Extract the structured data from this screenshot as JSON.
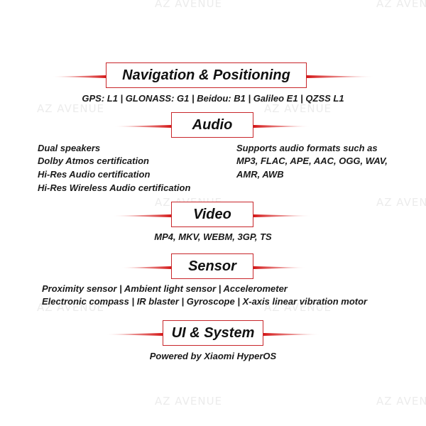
{
  "watermark": "AZ AVENUE",
  "sections": {
    "navigation": {
      "title": "Navigation & Positioning",
      "line": "GPS: L1  |  GLONASS: G1 | Beidou: B1 | Galileo E1 | QZSS L1"
    },
    "audio": {
      "title": "Audio",
      "left": [
        "Dual speakers",
        "Dolby Atmos certification",
        "Hi-Res Audio certification",
        "Hi-Res Wireless Audio certification"
      ],
      "right": [
        "Supports audio formats such as",
        "MP3, FLAC, APE, AAC, OGG, WAV,",
        "AMR, AWB"
      ]
    },
    "video": {
      "title": "Video",
      "line": "MP4, MKV, WEBM, 3GP, TS"
    },
    "sensor": {
      "title": "Sensor",
      "lines": [
        "Proximity sensor | Ambient light sensor | Accelerometer",
        "Electronic compass | IR blaster  |  Gyroscope  |  X-axis linear vibration motor"
      ]
    },
    "system": {
      "title": "UI & System",
      "line": "Powered by Xiaomi HyperOS"
    }
  }
}
